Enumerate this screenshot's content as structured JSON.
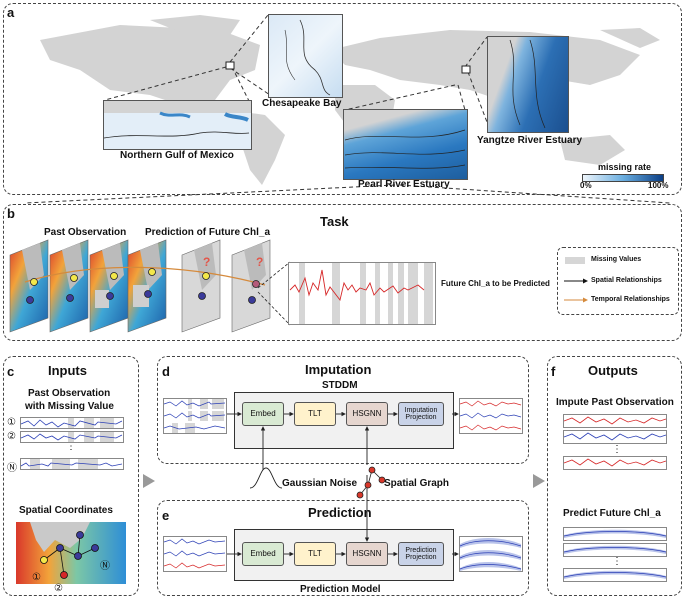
{
  "panels": {
    "a": {
      "label": "a",
      "chesapeake": "Chesapeake Bay",
      "gulf": "Northern Gulf of Mexico",
      "yangtze": "Yangtze River Estuary",
      "pearl": "Pearl River Estuary",
      "legend": {
        "title": "missing rate",
        "min": "0%",
        "max": "100%"
      }
    },
    "b": {
      "label": "b",
      "title": "Task",
      "past": "Past Observation",
      "prediction": "Prediction of Future Chl_a",
      "future": "Future Chl_a to be Predicted",
      "legend": {
        "missing": "Missing Values",
        "spatial": "Spatial Relationships",
        "temporal": "Temporal Relationships"
      }
    },
    "c": {
      "label": "c",
      "title": "Inputs",
      "past_line1": "Past Observation",
      "past_line2": "with Missing Value",
      "idx1": "①",
      "idx2": "②",
      "idxN": "Ⓝ",
      "dots": "⋮",
      "spatial": "Spatial Coordinates"
    },
    "d": {
      "label": "d",
      "title": "Imputation",
      "subtitle": "STDDM",
      "embed": "Embed",
      "tlt": "TLT",
      "hsgnn": "HSGNN",
      "proj": "Imputation Projection",
      "noise": "Gaussian Noise",
      "graph": "Spatial Graph"
    },
    "e": {
      "label": "e",
      "title": "Prediction",
      "embed": "Embed",
      "tlt": "TLT",
      "hsgnn": "HSGNN",
      "proj": "Prediction Projection",
      "footer": "Prediction Model"
    },
    "f": {
      "label": "f",
      "title": "Outputs",
      "impute": "Impute Past Observation",
      "predict": "Predict Future Chl_a"
    }
  },
  "colors": {
    "embed": "#d9ead3",
    "tlt": "#fff2cc",
    "hsgnn": "#e6d6cf",
    "proj": "#c9d3e8",
    "map_land": "#d3d3d3",
    "water_dark": "#1c5fa8",
    "water_light": "#dbe9f6",
    "red_series": "#d62728",
    "blue_series": "#2b3fb5",
    "temporal_arrow": "#d58a3c"
  }
}
